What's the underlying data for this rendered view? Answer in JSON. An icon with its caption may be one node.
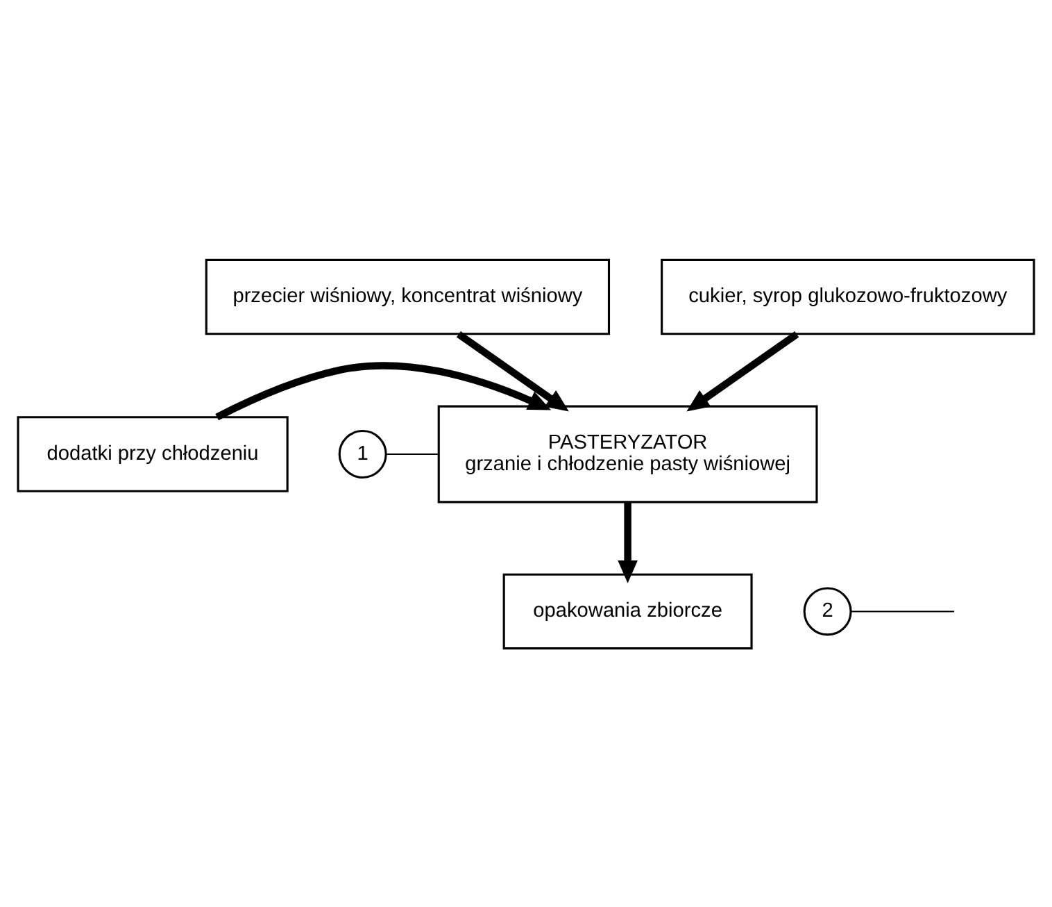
{
  "diagram": {
    "nodes": [
      {
        "text": [
          "przecier wiśniowy, koncentrat wiśniowy"
        ]
      },
      {
        "text": [
          "cukier, syrop glukozowo-fruktozowy"
        ]
      },
      {
        "text": [
          "dodatki przy chłodzeniu"
        ]
      },
      {
        "text": [
          "PASTERYZATOR",
          "grzanie i chłodzenie pasty wiśniowej"
        ]
      },
      {
        "text": [
          "1"
        ]
      },
      {
        "text": [
          "opakowania zbiorcze"
        ]
      },
      {
        "text": [
          "2"
        ]
      }
    ],
    "edges": [
      {
        "from": 0,
        "to": 3,
        "arrow": "to"
      },
      {
        "from": 1,
        "to": 3,
        "arrow": "to"
      },
      {
        "from": 2,
        "to": 3,
        "arrow": "to"
      },
      {
        "from": 3,
        "to": 5,
        "arrow": "to"
      },
      {
        "from": 4,
        "to": 3,
        "arrow": "none"
      },
      {
        "from": 6,
        "to": null,
        "arrow": "none"
      }
    ]
  }
}
